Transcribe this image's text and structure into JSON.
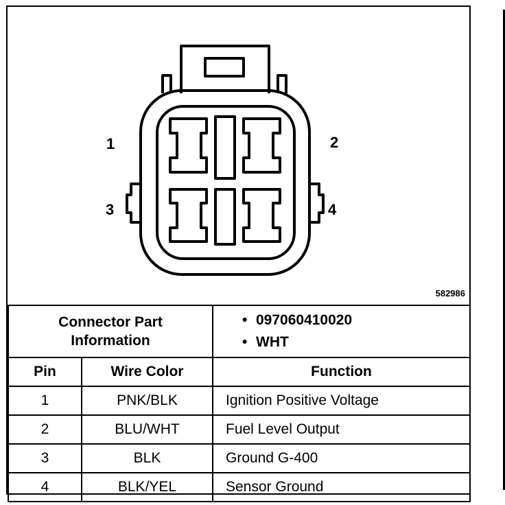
{
  "figure": {
    "pin_labels": [
      "1",
      "2",
      "3",
      "4"
    ],
    "figure_id": "582986"
  },
  "connector_info": {
    "label_line1": "Connector Part",
    "label_line2": "Information",
    "values": [
      "097060410020",
      "WHT"
    ]
  },
  "table": {
    "headers": [
      "Pin",
      "Wire Color",
      "Function"
    ],
    "rows": [
      {
        "pin": "1",
        "wire_color": "PNK/BLK",
        "function": "Ignition Positive Voltage"
      },
      {
        "pin": "2",
        "wire_color": "BLU/WHT",
        "function": "Fuel Level Output"
      },
      {
        "pin": "3",
        "wire_color": "BLK",
        "function": "Ground G-400"
      },
      {
        "pin": "4",
        "wire_color": "BLK/YEL",
        "function": "Sensor Ground"
      }
    ]
  }
}
